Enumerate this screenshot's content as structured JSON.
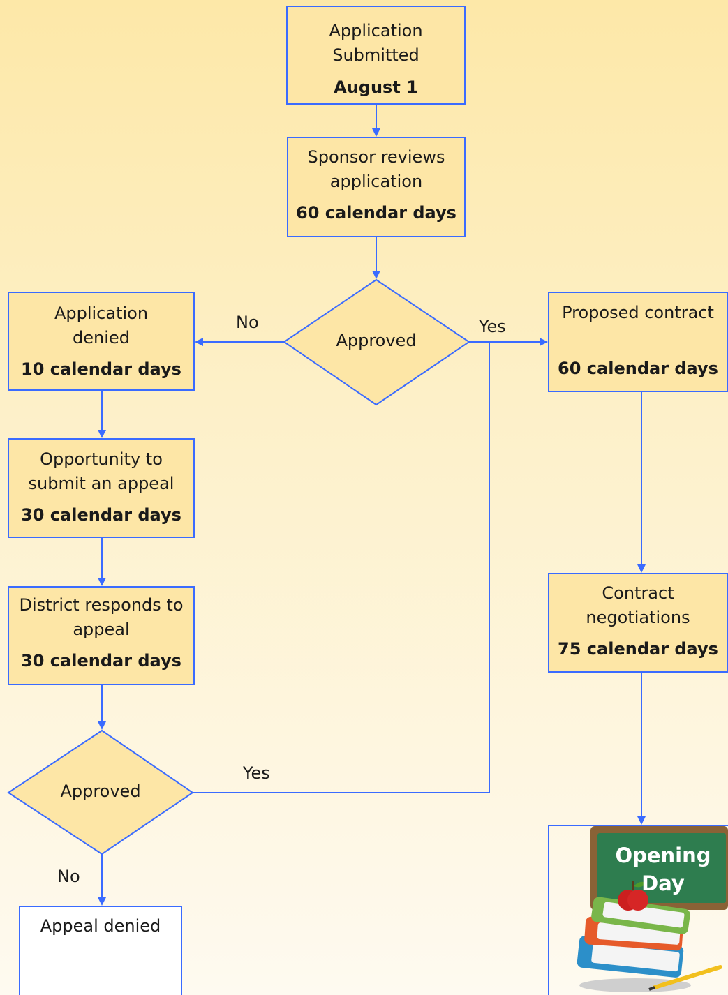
{
  "nodes": {
    "submitted": {
      "title": "Application Submitted",
      "duration": "August 1"
    },
    "review": {
      "title": "Sponsor reviews application",
      "duration": "60 calendar days"
    },
    "approved_1": {
      "label": "Approved"
    },
    "denied": {
      "title": "Application denied",
      "duration": "10 calendar days"
    },
    "appeal": {
      "title": "Opportunity to submit an appeal",
      "duration": "30 calendar days"
    },
    "district": {
      "title": "District responds to appeal",
      "duration": "30 calendar days"
    },
    "approved_2": {
      "label": "Approved"
    },
    "appeal_denied": {
      "title": "Appeal denied"
    },
    "proposed": {
      "title": "Proposed contract",
      "duration": "60 calendar days"
    },
    "negotiations": {
      "title": "Contract negotiations",
      "duration": "75 calendar days"
    },
    "opening": {
      "title": "Opening Day"
    }
  },
  "edges": {
    "no_1": "No",
    "yes_1": "Yes",
    "yes_2": "Yes",
    "no_2": "No"
  },
  "colors": {
    "stroke": "#3a6bff",
    "box_fill": "#fde6a6",
    "chalkboard": "#2e7d4f",
    "chalkboard_text": "#ffffff"
  }
}
